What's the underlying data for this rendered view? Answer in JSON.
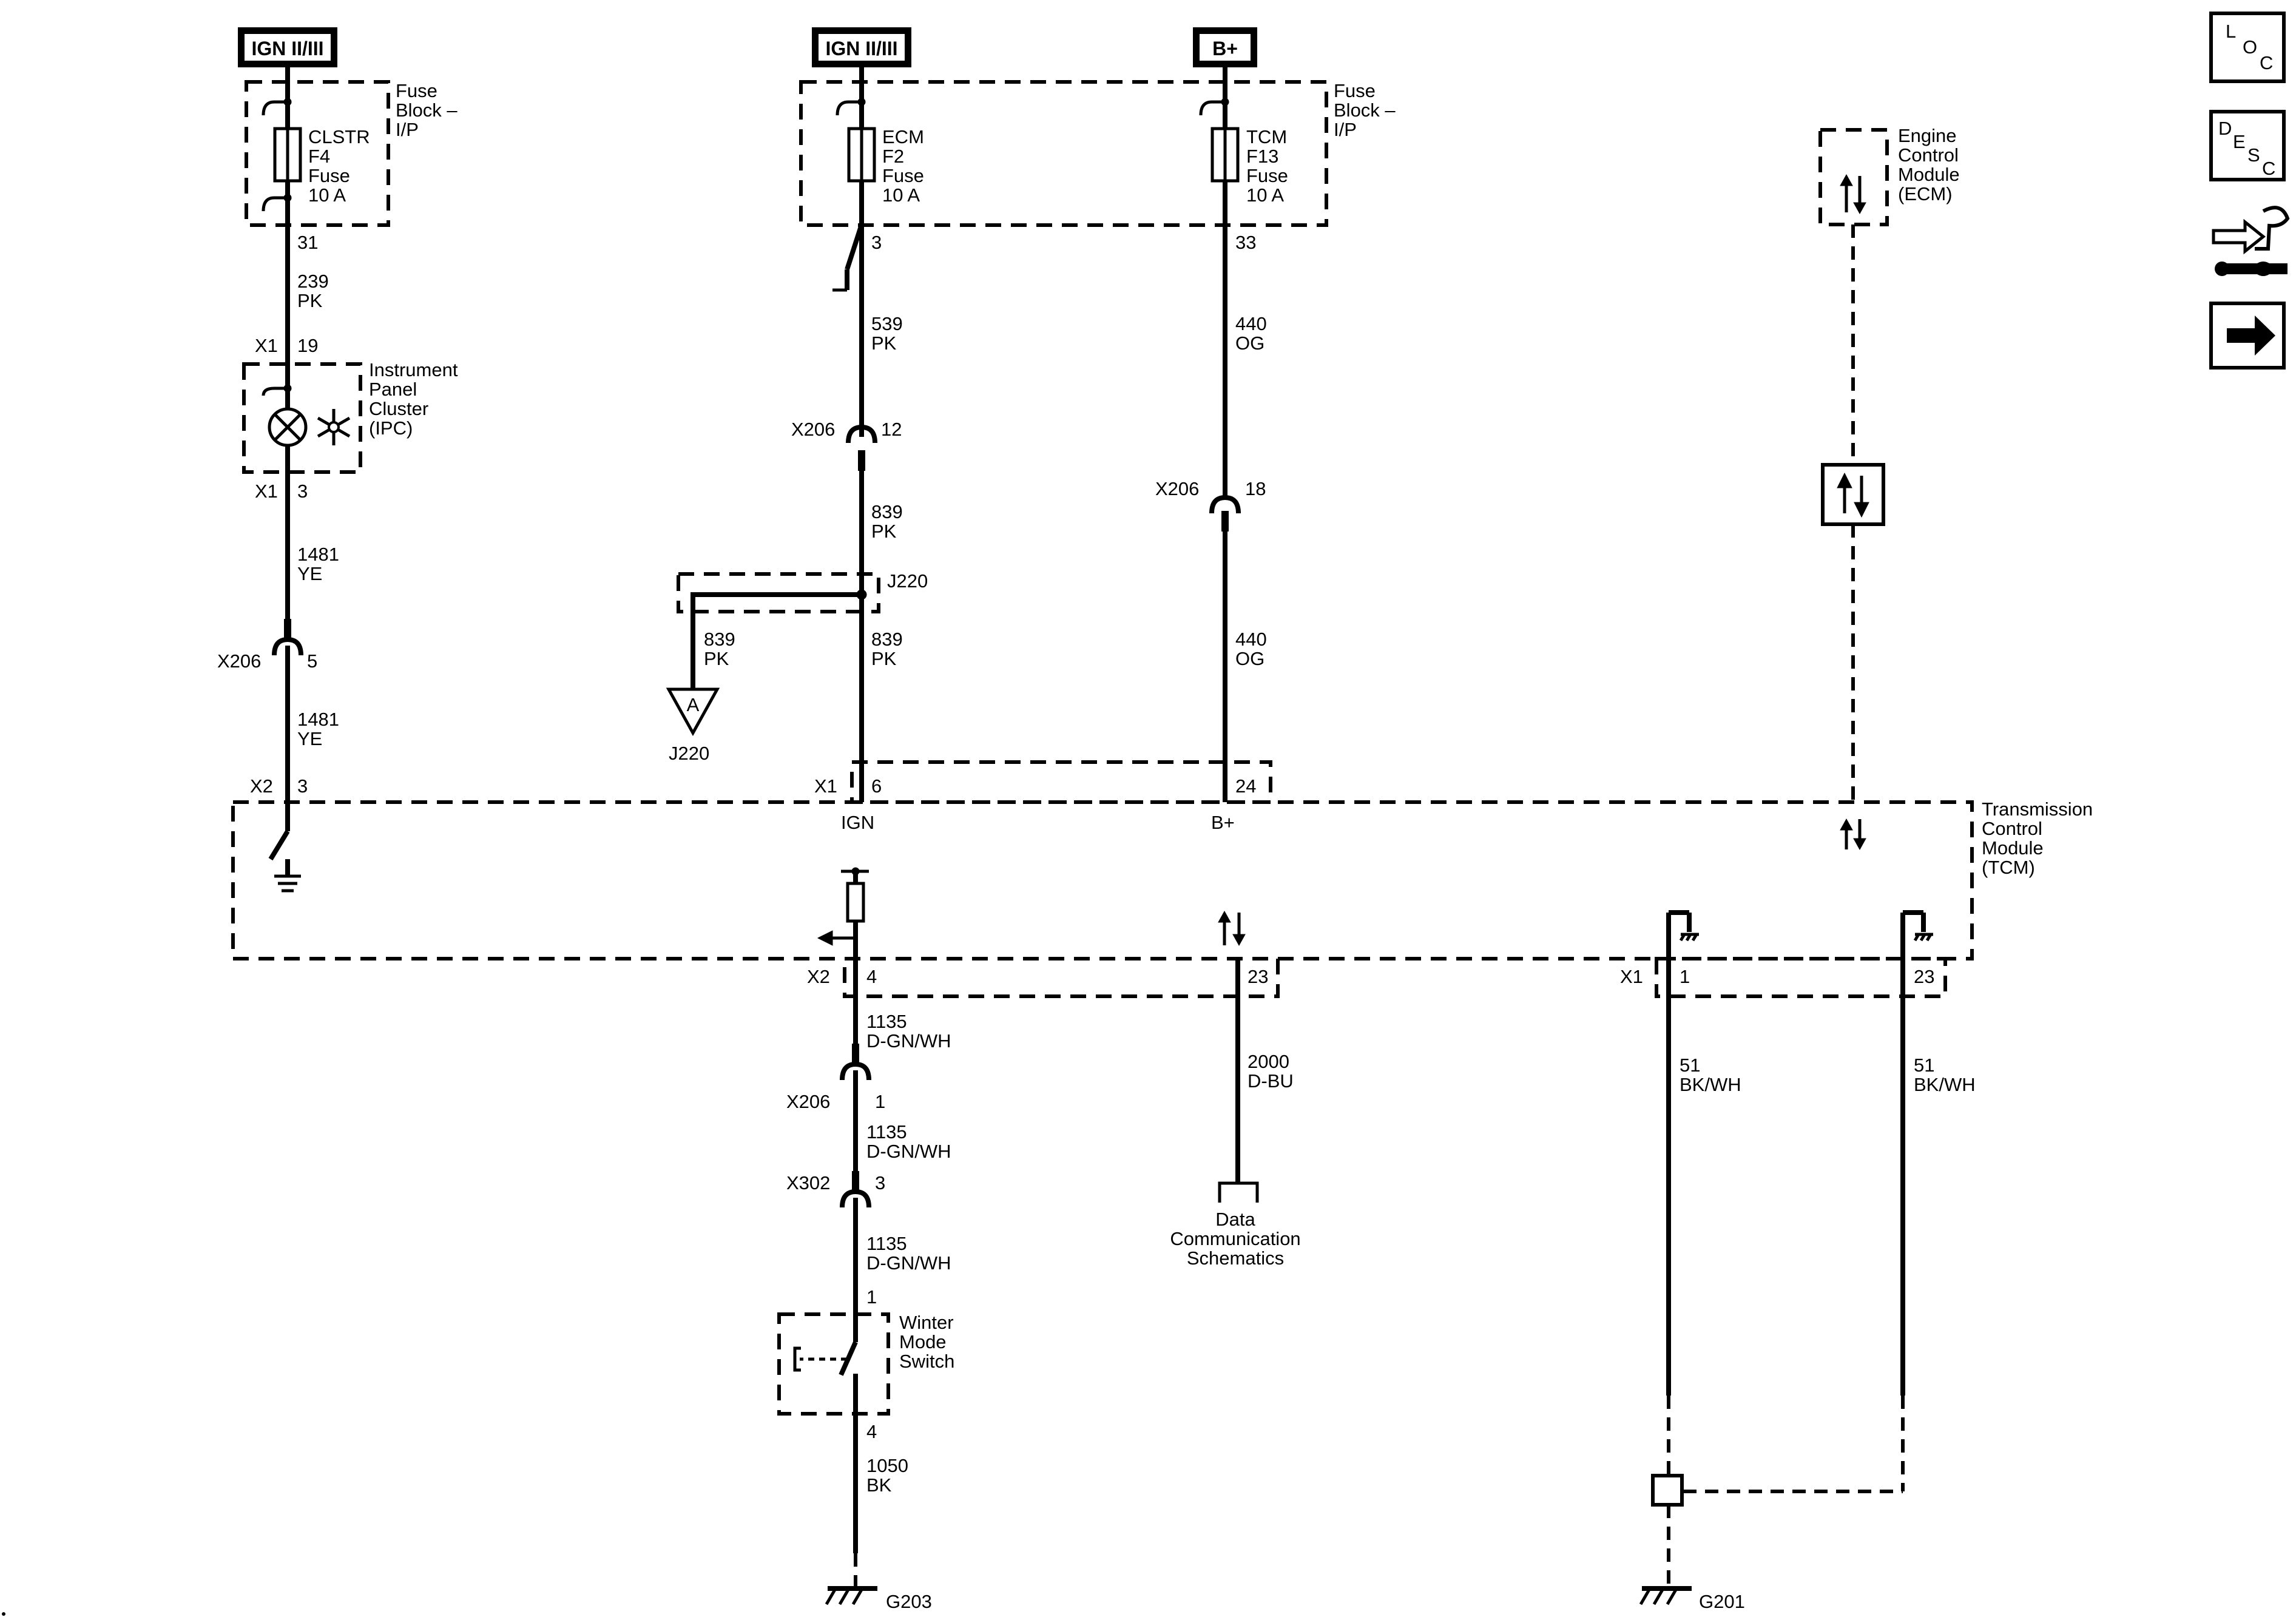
{
  "supplies": {
    "ign_left": "IGN II/III",
    "ign_mid": "IGN II/III",
    "batt": "B+"
  },
  "fuse_block_left": {
    "line1": "Fuse",
    "line2": "Block –",
    "line3": "I/P"
  },
  "fuse_block_right": {
    "line1": "Fuse",
    "line2": "Block –",
    "line3": "I/P"
  },
  "fuses": {
    "clstr": {
      "name": "CLSTR",
      "id": "F4",
      "type": "Fuse",
      "rating": "10 A"
    },
    "ecm": {
      "name": "ECM",
      "id": "F2",
      "type": "Fuse",
      "rating": "10 A"
    },
    "tcm": {
      "name": "TCM",
      "id": "F13",
      "type": "Fuse",
      "rating": "10 A"
    }
  },
  "ecm_module": {
    "line1": "Engine",
    "line2": "Control",
    "line3": "Module",
    "line4": "(ECM)"
  },
  "tcm_module": {
    "line1": "Transmission",
    "line2": "Control",
    "line3": "Module",
    "line4": "(TCM)"
  },
  "ipc": {
    "line1": "Instrument",
    "line2": "Panel",
    "line3": "Cluster",
    "line4": "(IPC)"
  },
  "winter_switch": {
    "line1": "Winter",
    "line2": "Mode",
    "line3": "Switch"
  },
  "data_comm": {
    "line1": "Data",
    "line2": "Communication",
    "line3": "Schematics"
  },
  "circuit_ipc": {
    "pin_fuse_out": "31",
    "w1": {
      "circuit": "239",
      "color": "PK"
    },
    "ipc_in_conn": "X1",
    "ipc_in_pin": "19",
    "ipc_out_conn": "X1",
    "ipc_out_pin": "3",
    "w2": {
      "circuit": "1481",
      "color": "YE"
    },
    "inline_conn": "X206",
    "inline_pin": "5",
    "w3": {
      "circuit": "1481",
      "color": "YE"
    },
    "tcm_conn": "X2",
    "tcm_pin": "3"
  },
  "circuit_ign": {
    "pin_fuse_out": "3",
    "w1": {
      "circuit": "539",
      "color": "PK"
    },
    "inline_conn": "X206",
    "inline_pin": "12",
    "w2": {
      "circuit": "839",
      "color": "PK"
    },
    "splice": "J220",
    "branch": {
      "circuit": "839",
      "color": "PK"
    },
    "offpage_letter": "A",
    "offpage_label": "J220",
    "w3": {
      "circuit": "839",
      "color": "PK"
    },
    "tcm_conn": "X1",
    "tcm_pin": "6",
    "tcm_func": "IGN"
  },
  "circuit_batt": {
    "pin_fuse_out": "33",
    "w1": {
      "circuit": "440",
      "color": "OG"
    },
    "inline_conn": "X206",
    "inline_pin": "18",
    "w2": {
      "circuit": "440",
      "color": "OG"
    },
    "tcm_pin": "24",
    "tcm_func": "B+"
  },
  "circuit_winter": {
    "tcm_conn": "X2",
    "tcm_pin": "4",
    "w1": {
      "circuit": "1135",
      "color": "D-GN/WH"
    },
    "inline1_conn": "X206",
    "inline1_pin": "1",
    "w2": {
      "circuit": "1135",
      "color": "D-GN/WH"
    },
    "inline2_conn": "X302",
    "inline2_pin": "3",
    "w3": {
      "circuit": "1135",
      "color": "D-GN/WH"
    },
    "switch_pin_in": "1",
    "switch_pin_out": "4",
    "w4": {
      "circuit": "1050",
      "color": "BK"
    },
    "ground": "G203"
  },
  "circuit_data": {
    "tcm_pin": "23",
    "w1": {
      "circuit": "2000",
      "color": "D-BU"
    }
  },
  "circuit_ground": {
    "tcm_conn": "X1",
    "pin_a": "1",
    "pin_b": "23",
    "wa": {
      "circuit": "51",
      "color": "BK/WH"
    },
    "wb": {
      "circuit": "51",
      "color": "BK/WH"
    },
    "ground": "G201"
  },
  "nav": {
    "loc": {
      "l": "L",
      "o": "O",
      "c": "C"
    },
    "desc": {
      "d": "D",
      "e": "E",
      "s": "S",
      "c": "C"
    },
    "icons": [
      "loc-icon",
      "desc-icon",
      "connector-tools-icon",
      "next-arrow-icon"
    ]
  }
}
